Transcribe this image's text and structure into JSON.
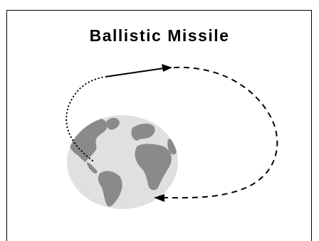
{
  "diagram": {
    "title": "Ballistic Missile",
    "colors": {
      "ocean": "#e0e0e0",
      "land": "#8a8a8a",
      "stroke": "#000000"
    },
    "trajectory": {
      "launch_segment": "dotted",
      "boost_segment": "solid",
      "midcourse_segment": "dashed"
    }
  }
}
